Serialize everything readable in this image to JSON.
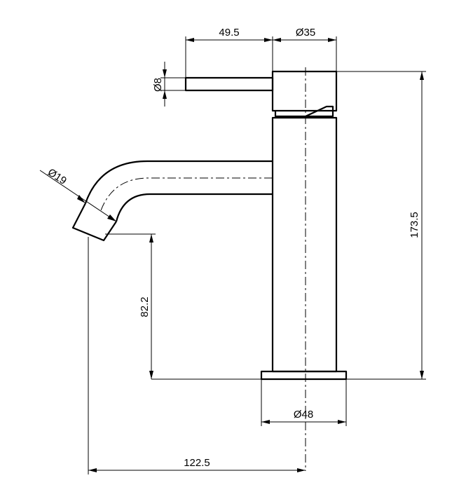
{
  "dimensions": {
    "lever_length": "49.5",
    "body_diameter": "Ø35",
    "lever_diameter": "Ø8",
    "spout_diameter": "Ø19",
    "total_height": "173.5",
    "spout_height": "82.2",
    "base_diameter": "Ø48",
    "spout_reach": "122.5"
  }
}
